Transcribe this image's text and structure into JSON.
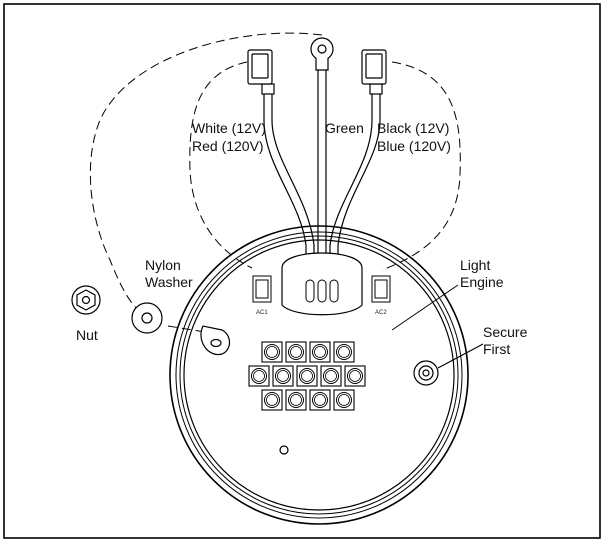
{
  "labels": {
    "white_12v": "White (12V)",
    "red_120v": "Red (120V)",
    "green": "Green",
    "black_12v": "Black (12V)",
    "blue_120v": "Blue (120V)",
    "light": "Light",
    "engine": "Engine",
    "nylon": "Nylon",
    "washer": "Washer",
    "nut": "Nut",
    "secure": "Secure",
    "first": "First",
    "ac1": "AC1",
    "ac2": "AC2"
  }
}
